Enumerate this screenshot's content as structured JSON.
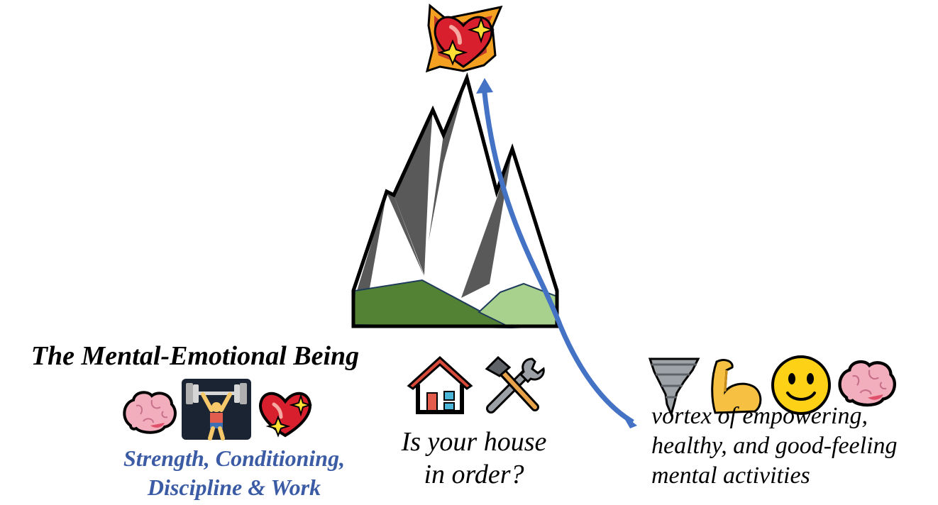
{
  "title": "The Mental-Emotional Being",
  "subtitle_line1": "Strength, Conditioning,",
  "subtitle_line2": "Discipline & Work",
  "question_line1": "Is your house",
  "question_line2": "in order?",
  "vortex_line1": "vortex of empowering,",
  "vortex_line2": "healthy, and good-feeling",
  "vortex_line3": "mental activities",
  "colors": {
    "subtitle": "#3b5ba5",
    "arrow": "#4472c4",
    "mountain_rock": "#595959",
    "grass_dark": "#548235",
    "grass_light": "#a9d18e"
  },
  "icons": {
    "peak": "sparkling-heart-icon",
    "being": [
      "brain-icon",
      "weightlifter-icon",
      "sparkling-heart-icon"
    ],
    "house": [
      "house-icon",
      "hammer-and-wrench-icon"
    ],
    "vortex": [
      "tornado-icon",
      "flexed-biceps-icon",
      "smiley-face-icon",
      "brain-icon"
    ]
  }
}
